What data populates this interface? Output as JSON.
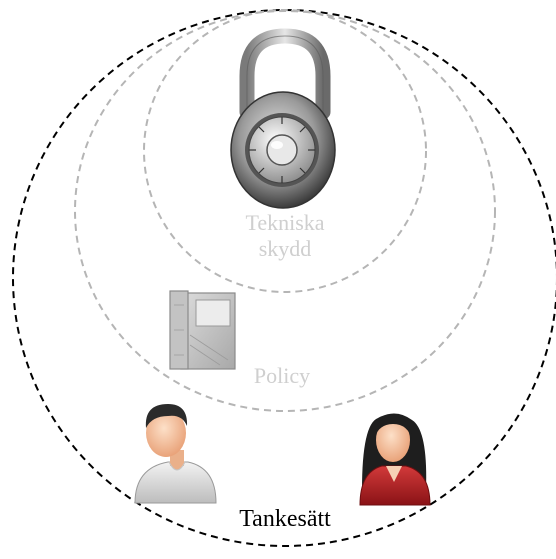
{
  "diagram": {
    "labels": {
      "inner": [
        "Tekniska",
        "skydd"
      ],
      "middle": "Policy",
      "outer": "Tankesätt"
    },
    "icons": [
      "padlock-icon",
      "policy-binder-icon",
      "man-user-icon",
      "woman-user-icon"
    ],
    "colors": {
      "outer_circle": "#000000",
      "inner_circles": "#b5b5b5",
      "faded_text": "#cfcfcf",
      "outer_text": "#000000",
      "woman_jacket": "#b01c20",
      "man_shirt": "#d8d8d8"
    }
  }
}
